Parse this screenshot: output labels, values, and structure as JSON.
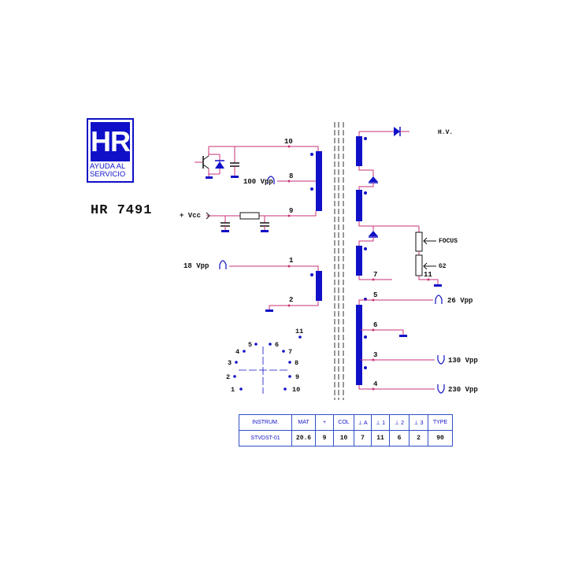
{
  "logo": {
    "mark": "HR",
    "subtitle": "AYUDA AL SERVICIO"
  },
  "model": "HR 7491",
  "primary": {
    "pins": {
      "p10": "10",
      "p8": "8",
      "p9": "9",
      "p1": "1",
      "p2": "2"
    },
    "labels": {
      "v100": "100 Vpp",
      "vcc": "+ Vcc",
      "v18": "18 Vpp"
    }
  },
  "secondary": {
    "pins": {
      "p7": "7",
      "p11": "11",
      "p5": "5",
      "p6": "6",
      "p3": "3",
      "p4": "4"
    },
    "labels": {
      "hv": "H.V.",
      "focus": "FOCUS",
      "g2": "G2",
      "v26": "26 Vpp",
      "v130": "130 Vpp",
      "v230": "230 Vpp"
    }
  },
  "pinout": {
    "n11": "11",
    "n5": "5",
    "n6": "6",
    "n4": "4",
    "n7": "7",
    "n3": "3",
    "n8": "8",
    "n2": "2",
    "n9": "9",
    "n1": "1",
    "n10": "10"
  },
  "spec_table": {
    "headers": [
      "INSTRUM.",
      "MAT",
      "+",
      "COL",
      "⊥ A",
      "⊥ 1",
      "⊥ 2",
      "⊥ 3",
      "TYPE"
    ],
    "values": [
      "STVDST-01",
      "20.6",
      "9",
      "10",
      "7",
      "11",
      "6",
      "2",
      "90"
    ]
  },
  "colors": {
    "wire": "#c83278",
    "coil": "#1010c8",
    "dark": "#111111"
  }
}
